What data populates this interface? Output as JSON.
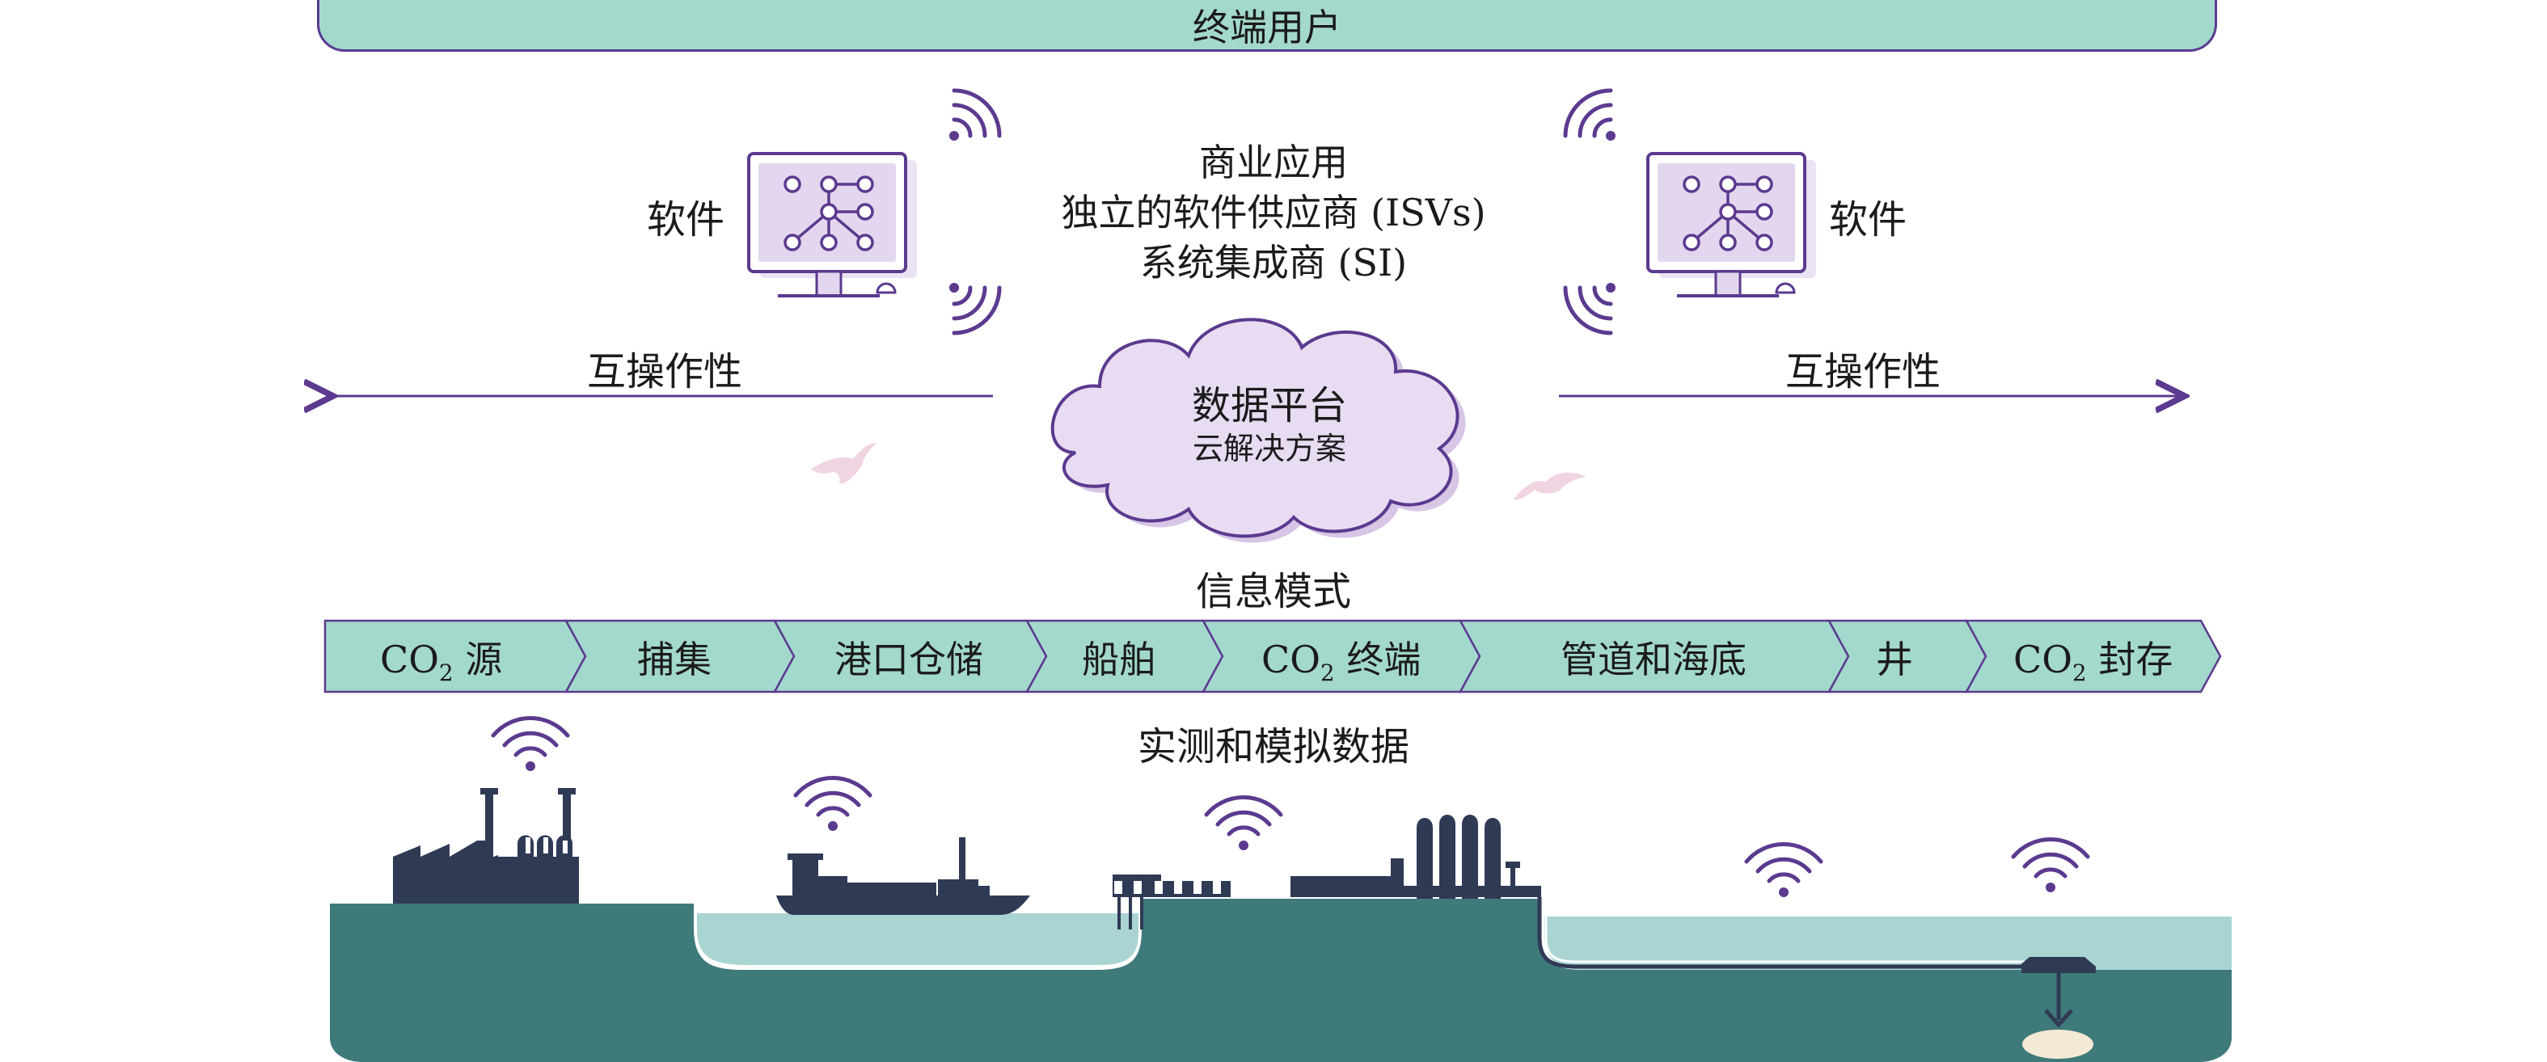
{
  "header": {
    "end_users": "终端用户"
  },
  "software_left": {
    "label": "软件"
  },
  "software_right": {
    "label": "软件"
  },
  "center_text": {
    "line1": "商业应用",
    "line2": "独立的软件供应商 (ISVs)",
    "line3": "系统集成商 (SI)"
  },
  "cloud": {
    "title": "数据平台",
    "subtitle": "云解决方案"
  },
  "interop_left": {
    "label": "互操作性"
  },
  "interop_right": {
    "label": "互操作性"
  },
  "information_model": {
    "label": "信息模式"
  },
  "chain": {
    "stages": [
      {
        "prefix": "CO",
        "sub": "2",
        "suffix": " 源"
      },
      {
        "prefix": "捕集",
        "sub": "",
        "suffix": ""
      },
      {
        "prefix": "港口仓储",
        "sub": "",
        "suffix": ""
      },
      {
        "prefix": "船舶",
        "sub": "",
        "suffix": ""
      },
      {
        "prefix": "CO",
        "sub": "2",
        "suffix": " 终端"
      },
      {
        "prefix": "管道和海底",
        "sub": "",
        "suffix": ""
      },
      {
        "prefix": "井",
        "sub": "",
        "suffix": ""
      },
      {
        "prefix": "CO",
        "sub": "2",
        "suffix": " 封存"
      }
    ]
  },
  "measured_data": {
    "label": "实测和模拟数据"
  },
  "colors": {
    "teal_light": "#a3d9cc",
    "purple": "#5b3a8f",
    "purple_light": "#e3d7ef",
    "sea_dark": "#3f7a7a",
    "sea_light": "#a9d4d2",
    "silhouette": "#2f3a55"
  }
}
